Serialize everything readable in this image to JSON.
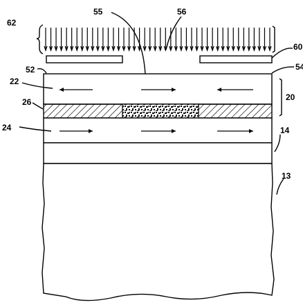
{
  "labels": {
    "l62": "62",
    "l55": "55",
    "l56": "56",
    "l60": "60",
    "l52": "52",
    "l54": "54",
    "l22": "22",
    "l20": "20",
    "l26": "26",
    "l24": "24",
    "l14": "14",
    "l13": "13"
  },
  "arrows": {
    "incident_count": 44,
    "layer_top_directions": [
      "left",
      "right",
      "left"
    ],
    "layer_bottom_directions": [
      "right",
      "right",
      "right"
    ]
  },
  "colors": {
    "ink": "#000000",
    "background": "#ffffff"
  }
}
